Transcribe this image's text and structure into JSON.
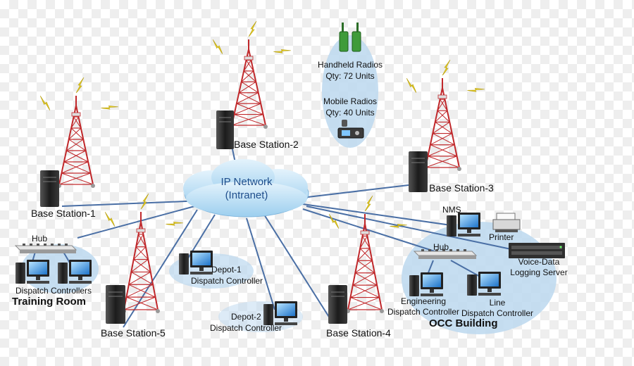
{
  "network": {
    "line1": "IP Network",
    "line2": "(Intranet)"
  },
  "base_stations": {
    "bs1": "Base Station-1",
    "bs2": "Base Station-2",
    "bs3": "Base Station-3",
    "bs4": "Base Station-4",
    "bs5": "Base Station-5"
  },
  "radios": {
    "handheld_title": "Handheld Radios",
    "handheld_qty": "Qty: 72 Units",
    "mobile_title": "Mobile Radios",
    "mobile_qty": "Qty: 40 Units"
  },
  "training_room": {
    "hub_label": "Hub",
    "controllers_label": "Dispatch Controllers",
    "title": "Training Room"
  },
  "depot1": {
    "line1": "Depot-1",
    "line2": "Dispatch Controller"
  },
  "depot2": {
    "line1": "Depot-2",
    "line2": "Dispatch Controller"
  },
  "occ": {
    "nms_label": "NMS",
    "printer_label": "Printer",
    "hub_label": "Hub",
    "logging_line1": "Voice-Data",
    "logging_line2": "Logging Server",
    "engineering_line1": "Engineering",
    "engineering_line2": "Dispatch Controller",
    "line_line1": "Line",
    "line_line2": "Dispatch Controller",
    "title": "OCC Building"
  },
  "colors": {
    "link": "#4a6fa5",
    "tower": "#c0282b",
    "lightning": "#e8d021",
    "cloud": "#bfe0f5",
    "zone": "#bcd8ef",
    "server": "#2a2a2a",
    "radio": "#3f9b3a"
  }
}
